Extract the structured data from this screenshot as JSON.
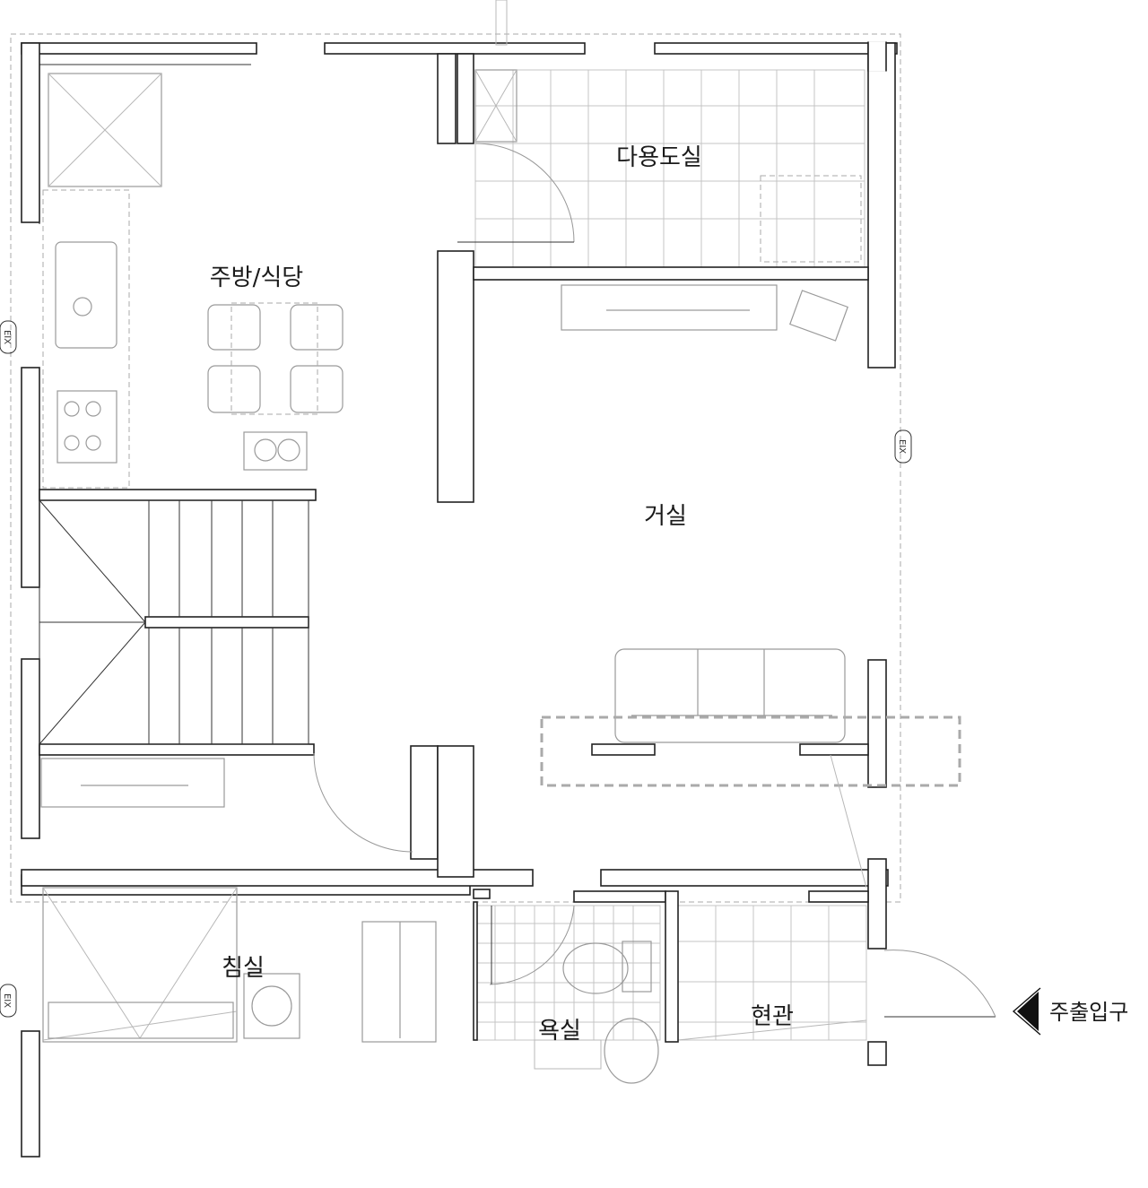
{
  "rooms": {
    "utility": "다용도실",
    "kitchen": "주방/식당",
    "living": "거실",
    "bedroom": "침실",
    "bathroom": "욕실",
    "entrance": "현관"
  },
  "entry": {
    "label": "주출입구",
    "icon": "entry-arrow-icon"
  },
  "window_tags": [
    "EIX",
    "EIX",
    "EIX"
  ]
}
